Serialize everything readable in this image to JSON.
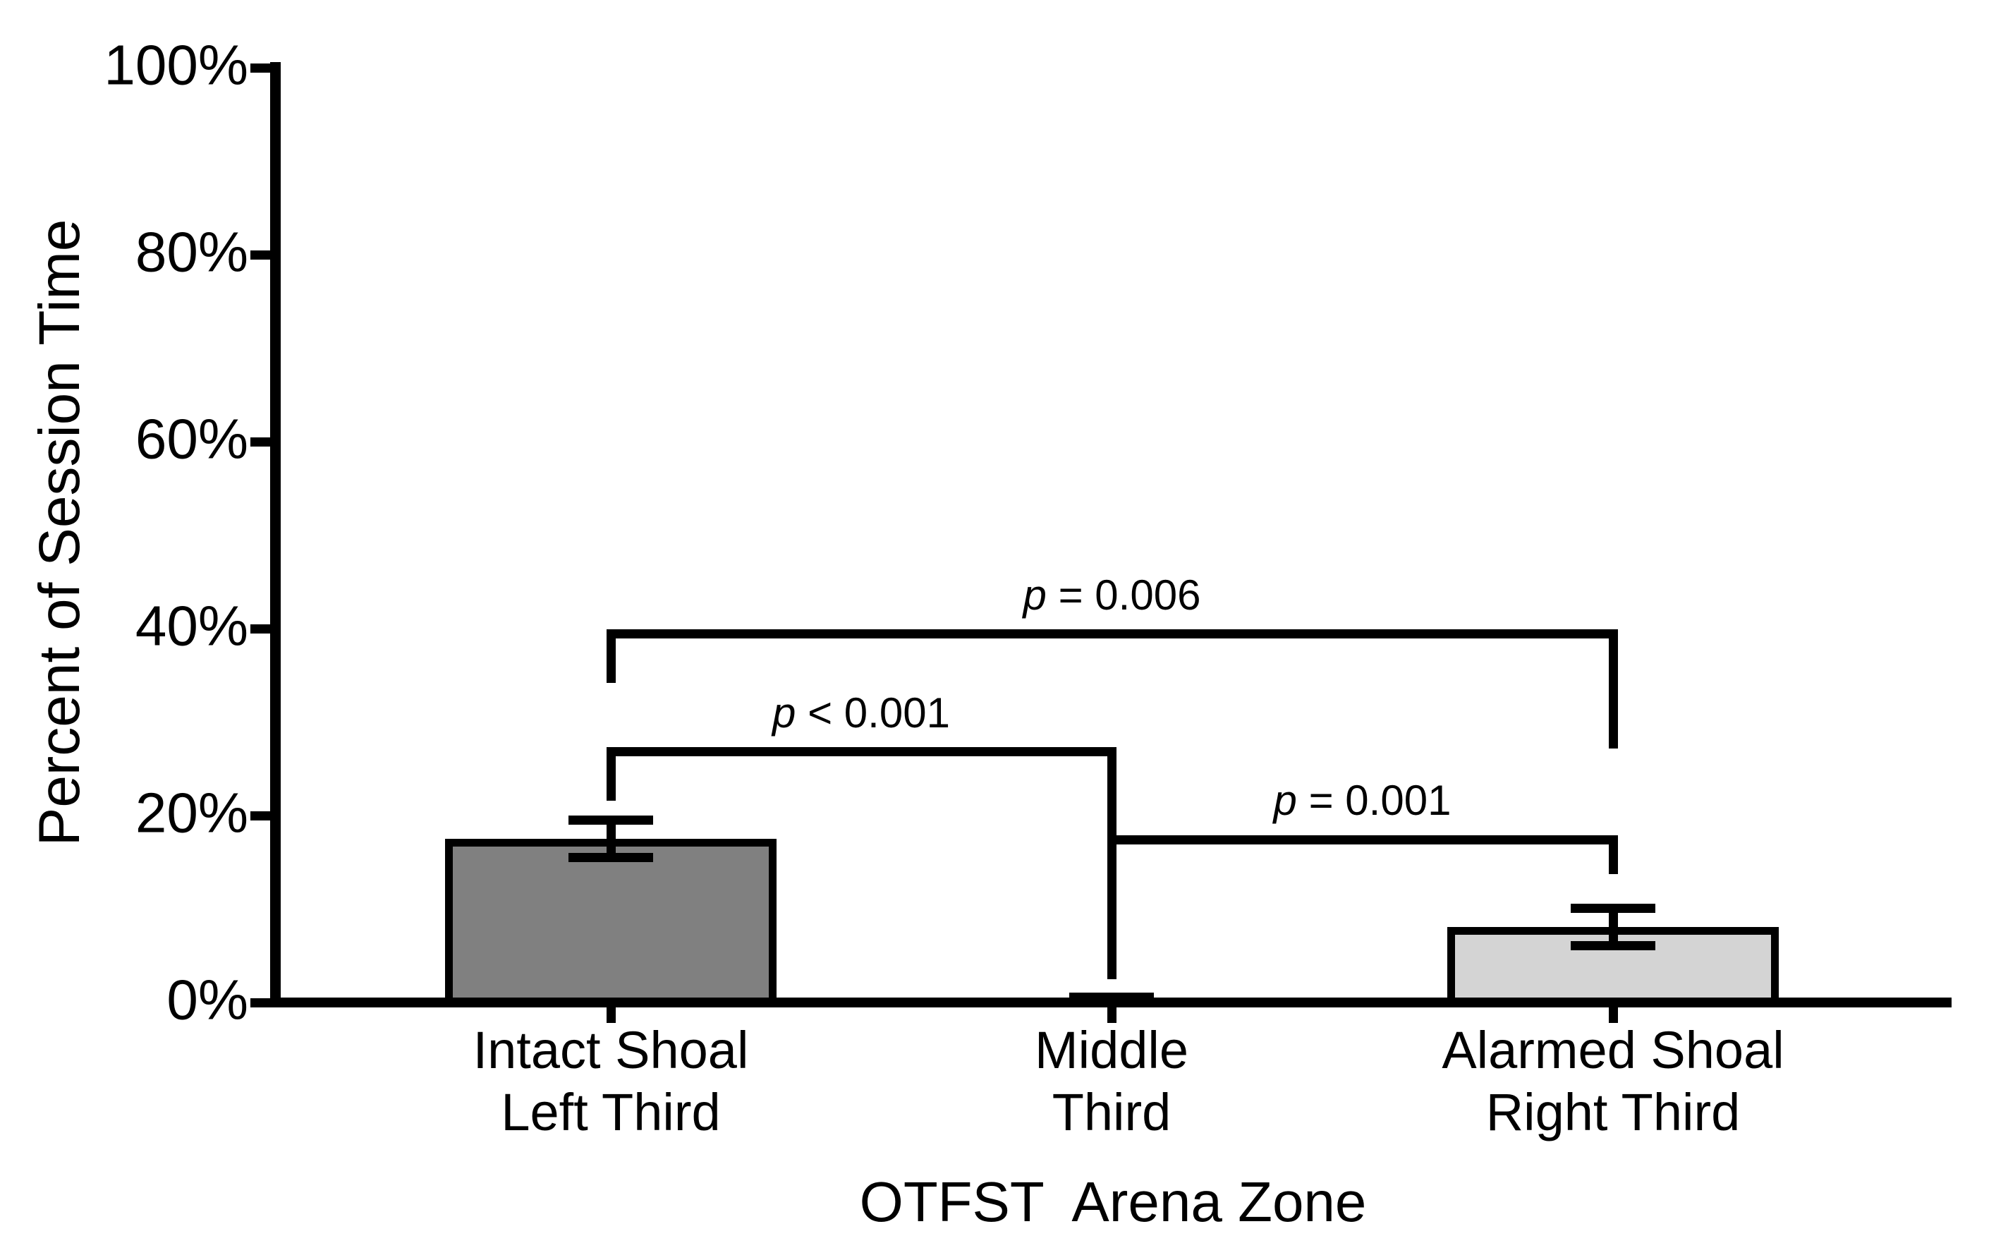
{
  "figure": {
    "background": "#ffffff",
    "line_color": "#000000",
    "text_color": "#000000"
  },
  "chart_data": {
    "type": "bar",
    "title": "",
    "xlabel": "OTFST  Arena Zone",
    "ylabel": "Percent of Session Time",
    "categories": [
      "Intact Shoal\nLeft Third",
      "Middle\nThird",
      "Alarmed Shoal\nRight Third"
    ],
    "values": [
      17.5,
      0.3,
      8.1
    ],
    "errors": [
      2.0,
      0.3,
      2.0
    ],
    "error_type": "SEM, capped whiskers",
    "bar_colors": [
      "#808080",
      "#808080",
      "#d4d4d4"
    ],
    "bar_border_color": "#000000",
    "ylim": [
      0,
      100
    ],
    "yticks": [
      {
        "label": "0%",
        "value": 0
      },
      {
        "label": "20%",
        "value": 20
      },
      {
        "label": "40%",
        "value": 40
      },
      {
        "label": "60%",
        "value": 60
      },
      {
        "label": "80%",
        "value": 80
      },
      {
        "label": "100%",
        "value": 100
      }
    ],
    "grid": false,
    "legend": false,
    "comparisons": [
      {
        "label_parts": [
          "p",
          " = 0.006"
        ],
        "from": 0,
        "to": 2,
        "line": 39.4,
        "drop_from": 34.2,
        "drop_to": 27.2
      },
      {
        "label_parts": [
          "p",
          " < 0.001"
        ],
        "from": 0,
        "to": 1,
        "line": 26.8,
        "drop_from": 21.6,
        "drop_to": 2.5
      },
      {
        "label_parts": [
          "p",
          " = 0.001"
        ],
        "from": 1,
        "to": 2,
        "line": 17.4,
        "drop_from": 2.5,
        "drop_to": 13.7
      }
    ]
  }
}
